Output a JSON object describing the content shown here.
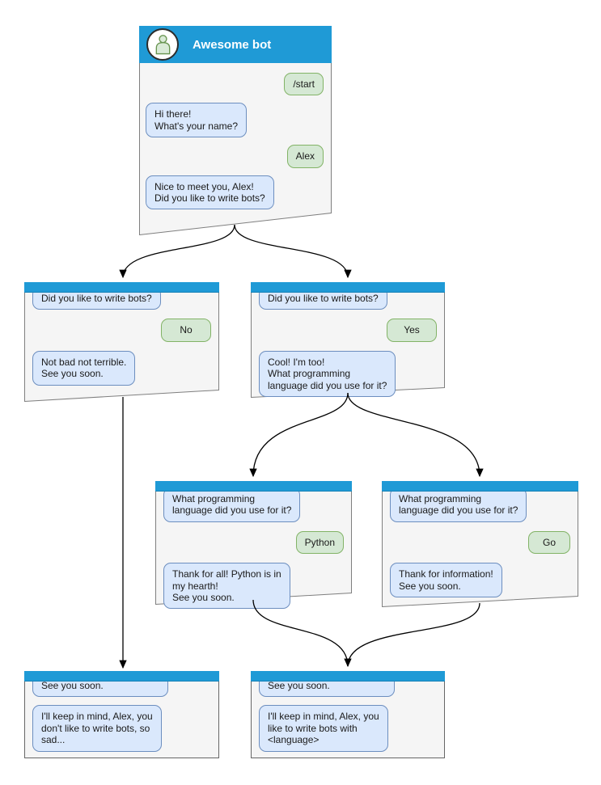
{
  "colors": {
    "header_blue": "#1f9ad6",
    "panel_bg": "#f5f5f5",
    "panel_border": "#7f7f7f",
    "bot_bubble_bg": "#dae8fc",
    "bot_bubble_border": "#6c8ebf",
    "user_bubble_bg": "#d5e8d4",
    "user_bubble_border": "#82b366",
    "arrow": "#000000",
    "title_text": "#ffffff"
  },
  "icons": {
    "avatar": "person-icon"
  },
  "diagram": {
    "root": {
      "title": "Awesome bot",
      "messages": [
        {
          "role": "user",
          "text": "/start"
        },
        {
          "role": "bot",
          "text": "Hi there!\nWhat's your name?"
        },
        {
          "role": "user",
          "text": "Alex"
        },
        {
          "role": "bot",
          "text": "Nice to meet you, Alex!\nDid you like to write bots?"
        }
      ]
    },
    "no_branch": {
      "messages": [
        {
          "role": "bot",
          "text": "Did you like to write bots?"
        },
        {
          "role": "user",
          "text": "No"
        },
        {
          "role": "bot",
          "text": "Not bad not terrible.\nSee you soon."
        }
      ]
    },
    "yes_branch": {
      "messages": [
        {
          "role": "bot",
          "text": "Did you like to write bots?"
        },
        {
          "role": "user",
          "text": "Yes"
        },
        {
          "role": "bot",
          "text": "Cool! I'm too!\nWhat programming\nlanguage did you use for it?"
        }
      ]
    },
    "python_branch": {
      "messages": [
        {
          "role": "bot",
          "text": "What programming\nlanguage did you use for it?"
        },
        {
          "role": "user",
          "text": "Python"
        },
        {
          "role": "bot",
          "text": "Thank for all! Python is in\nmy hearth!\nSee you soon."
        }
      ]
    },
    "go_branch": {
      "messages": [
        {
          "role": "bot",
          "text": "What programming\nlanguage did you use for it?"
        },
        {
          "role": "user",
          "text": "Go"
        },
        {
          "role": "bot",
          "text": "Thank for information!\nSee you soon."
        }
      ]
    },
    "end_no": {
      "messages": [
        {
          "role": "bot",
          "text": "See you soon."
        },
        {
          "role": "bot",
          "text": "I'll keep in mind, Alex, you\ndon't like to write bots, so\nsad..."
        }
      ]
    },
    "end_yes": {
      "messages": [
        {
          "role": "bot",
          "text": "See you soon."
        },
        {
          "role": "bot",
          "text": "I'll keep in mind, Alex, you\nlike to write bots with\n<language>"
        }
      ]
    }
  },
  "edges": [
    {
      "from": "root",
      "to": "no-branch"
    },
    {
      "from": "root",
      "to": "yes-branch"
    },
    {
      "from": "no-branch",
      "to": "end-no"
    },
    {
      "from": "yes-branch",
      "to": "python-branch"
    },
    {
      "from": "yes-branch",
      "to": "go-branch"
    },
    {
      "from": "python-branch",
      "to": "end-yes"
    },
    {
      "from": "go-branch",
      "to": "end-yes"
    }
  ]
}
